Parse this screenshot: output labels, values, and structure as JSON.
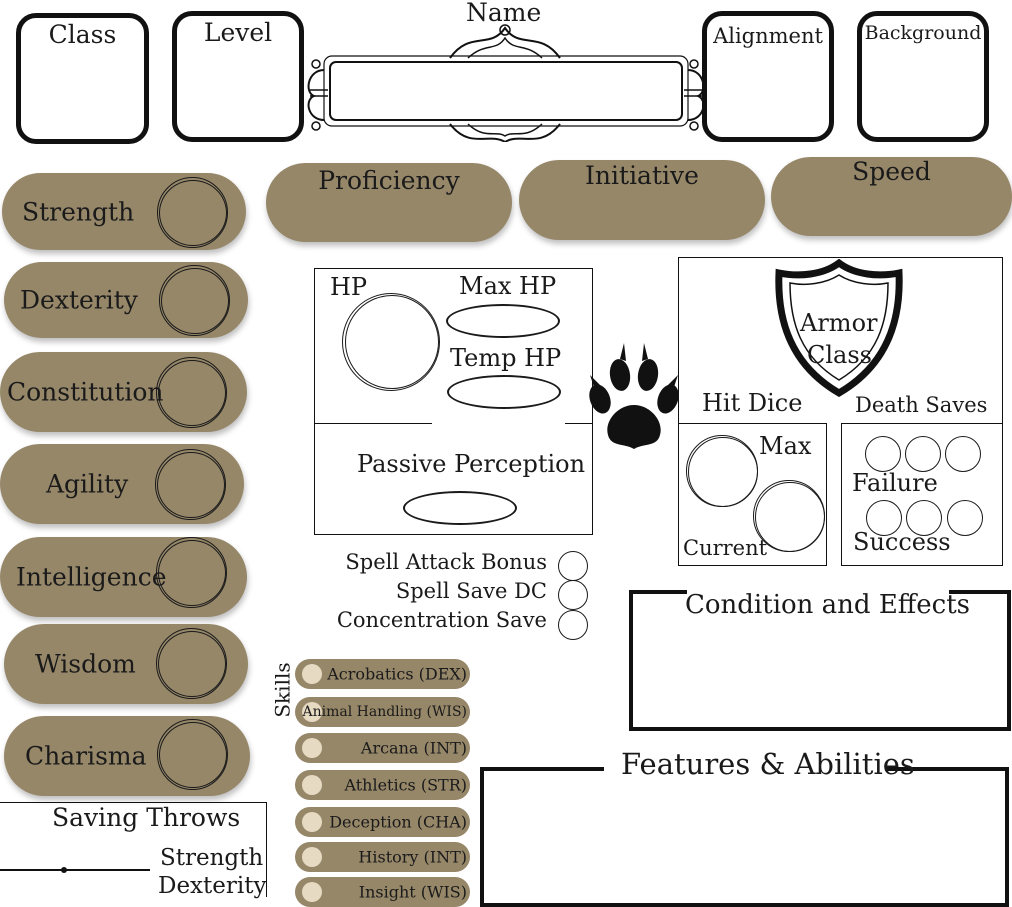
{
  "header": {
    "class_label": "Class",
    "level_label": "Level",
    "name_label": "Name",
    "alignment_label": "Alignment",
    "background_label": "Background"
  },
  "abilities": [
    "Strength",
    "Dexterity",
    "Constitution",
    "Agility",
    "Intelligence",
    "Wisdom",
    "Charisma"
  ],
  "stats": {
    "proficiency": "Proficiency",
    "initiative": "Initiative",
    "speed": "Speed"
  },
  "hp_panel": {
    "hp": "HP",
    "max_hp": "Max HP",
    "temp_hp": "Temp HP",
    "passive_perception": "Passive Perception"
  },
  "armor": {
    "line1": "Armor",
    "line2": "Class"
  },
  "hit_dice": {
    "title": "Hit Dice",
    "max": "Max",
    "current": "Current"
  },
  "death_saves": {
    "title": "Death Saves",
    "failure": "Failure",
    "success": "Success"
  },
  "spells": {
    "attack_bonus": "Spell Attack Bonus",
    "save_dc": "Spell Save DC",
    "concentration": "Concentration Save"
  },
  "conditions": {
    "title": "Condition and Effects"
  },
  "features": {
    "title": "Features & Abilities"
  },
  "skills": {
    "title": "Skills",
    "items": [
      "Acrobatics (DEX)",
      "Animal Handling (WIS)",
      "Arcana (INT)",
      "Athletics (STR)",
      "Deception (CHA)",
      "History (INT)",
      "Insight (WIS)"
    ]
  },
  "saving_throws": {
    "title": "Saving Throws",
    "items": [
      "Strength",
      "Dexterity"
    ]
  },
  "colors": {
    "accent": "#968769",
    "ink": "#1a1a1a",
    "skill_dot": "#e6dac2"
  },
  "icons": {
    "paw": "paw-print-icon",
    "shield": "shield-icon",
    "frame": "ornate-frame"
  }
}
